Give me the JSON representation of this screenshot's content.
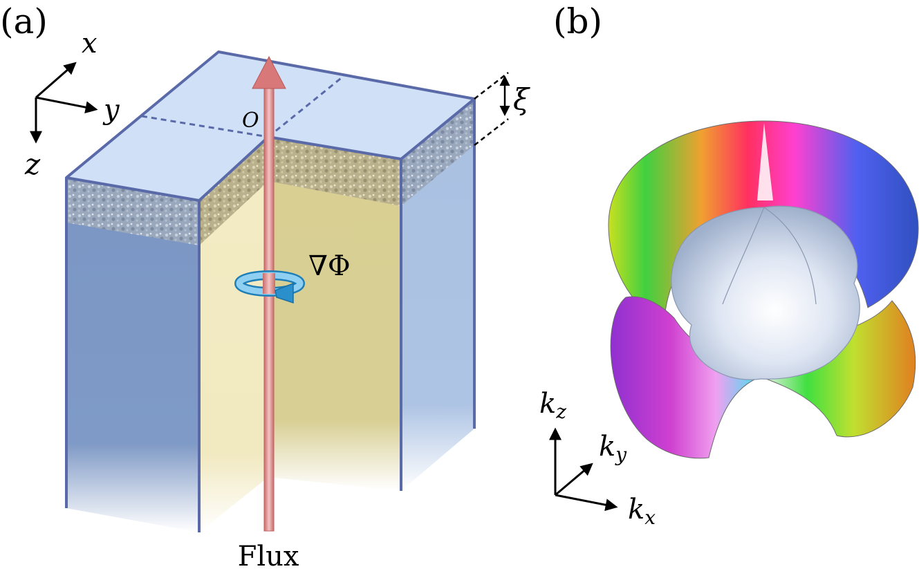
{
  "panels": {
    "a": {
      "label": "(a)",
      "axes": {
        "x": "x",
        "y": "y",
        "z": "z"
      },
      "origin_label": "O",
      "depth_label": "ξ",
      "gradient_label": "∇Φ",
      "flux_label": "Flux"
    },
    "b": {
      "label": "(b)",
      "axes": {
        "kz": {
          "base": "k",
          "sub": "z"
        },
        "ky": {
          "base": "k",
          "sub": "y"
        },
        "kx": {
          "base": "k",
          "sub": "x"
        }
      }
    }
  },
  "colors": {
    "edge": "#5a6aa8",
    "top_face": "#cfe0f7",
    "left_face": "#7f9ac6",
    "right_face": "#aec4e4",
    "inner_face": "#e4dba0",
    "flux_arrow": "#d98d8d",
    "rotation_arrow": "#3aa0d8",
    "inner_surface": "#c9d4e8"
  }
}
